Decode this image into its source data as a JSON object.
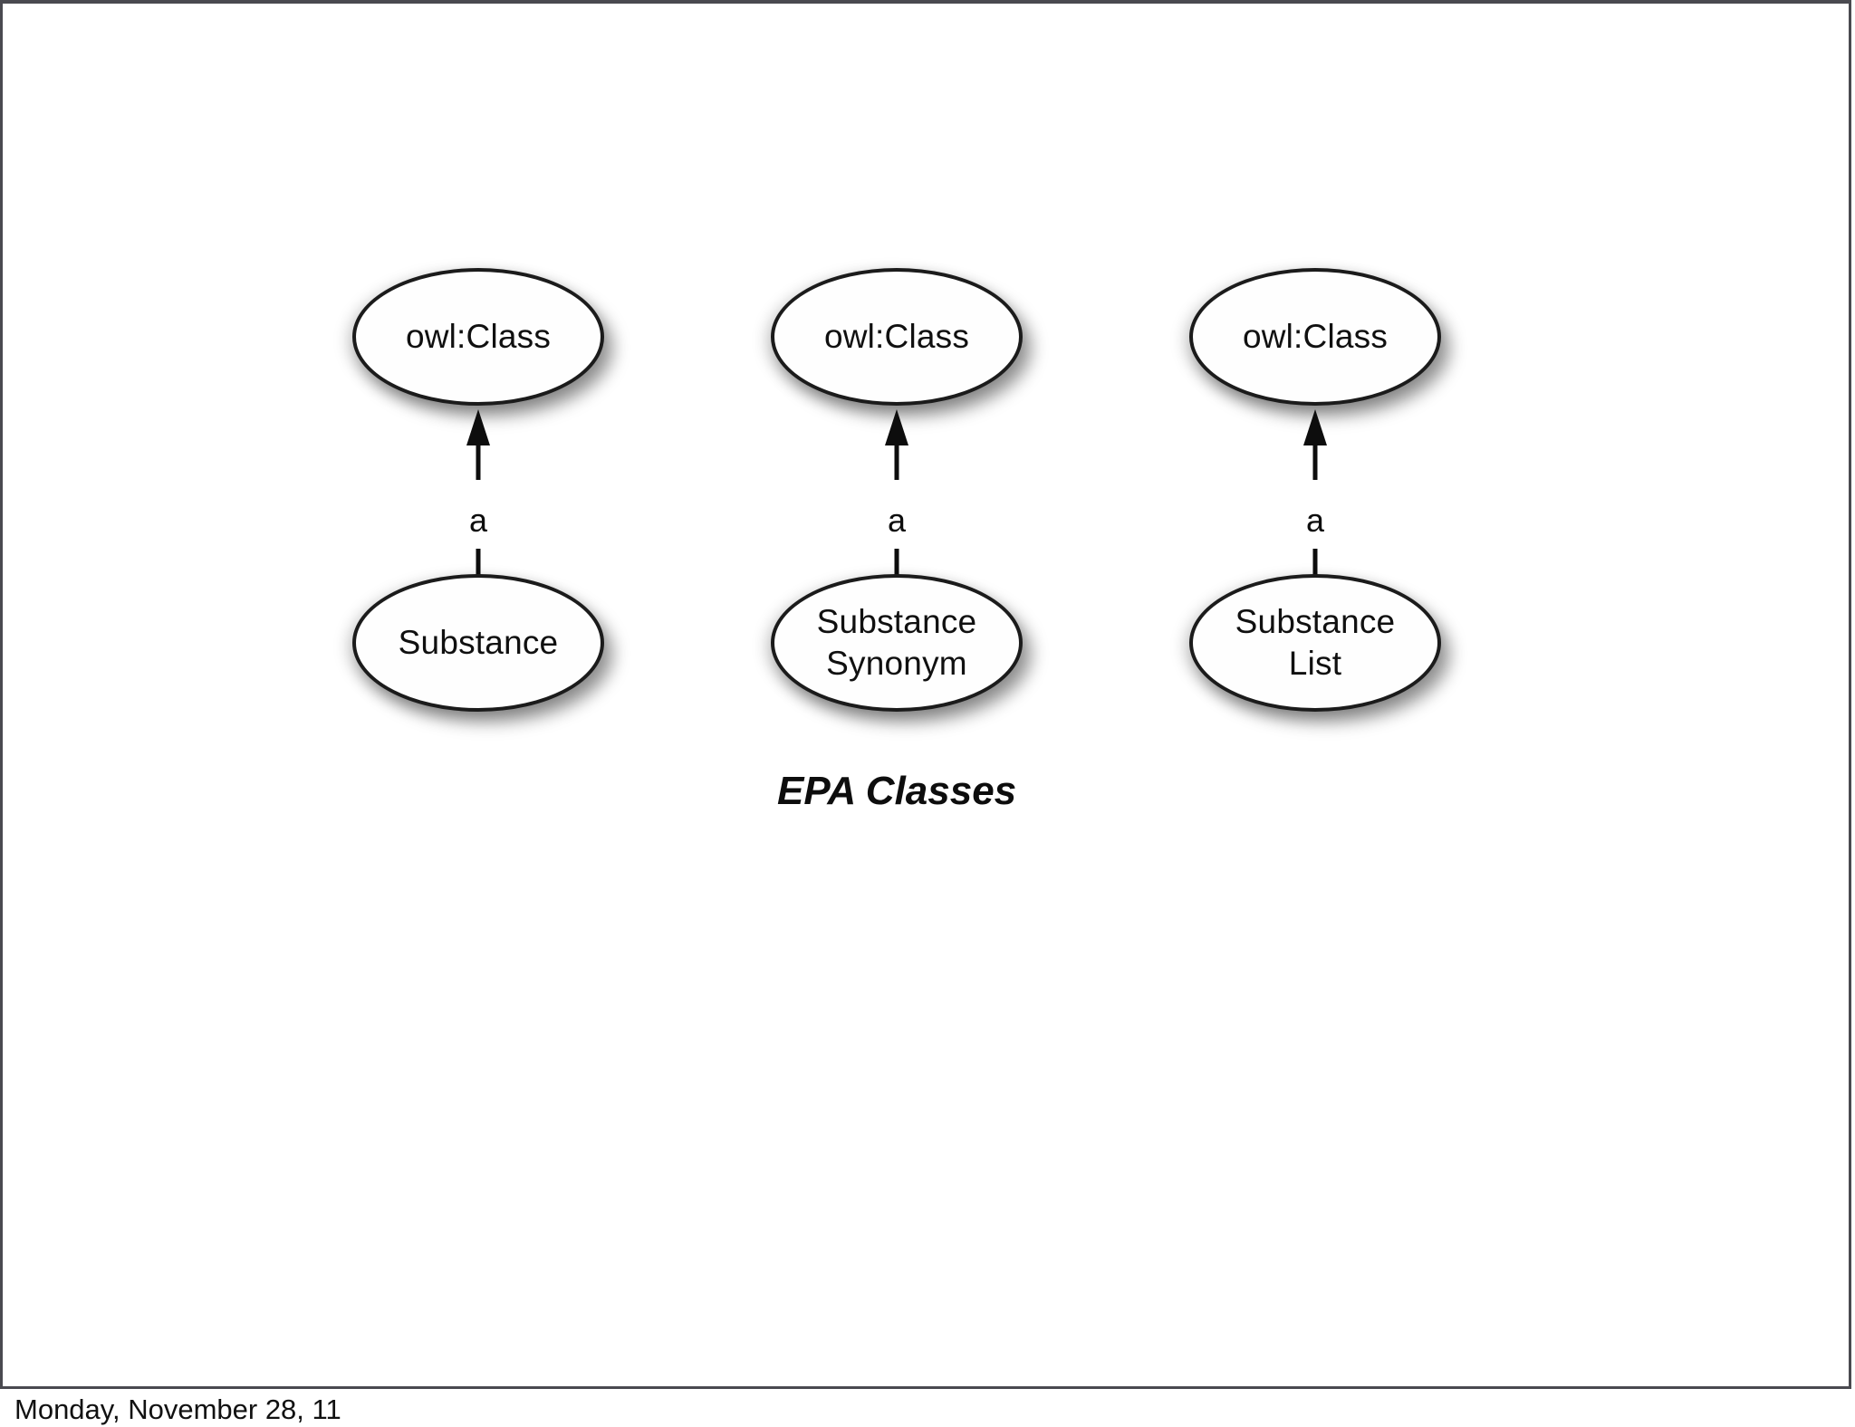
{
  "slide": {
    "caption": "EPA Classes",
    "footer_date": "Monday, November 28, 11",
    "colors": {
      "background": "#ffffff",
      "frame_border": "#4a4a50",
      "node_stroke": "#1b1b1b",
      "node_fill": "#fefefe",
      "text": "#101010",
      "edge": "#0d0d0d"
    }
  },
  "diagram": {
    "type": "rdf-class-diagram",
    "columns": [
      {
        "id": "substance",
        "type_node": {
          "label": "owl:Class"
        },
        "edge": {
          "label": "a",
          "direction": "up"
        },
        "instance_node": {
          "label": "Substance"
        }
      },
      {
        "id": "substance-synonym",
        "type_node": {
          "label": "owl:Class"
        },
        "edge": {
          "label": "a",
          "direction": "up"
        },
        "instance_node": {
          "label": "Substance\nSynonym"
        }
      },
      {
        "id": "substance-list",
        "type_node": {
          "label": "owl:Class"
        },
        "edge": {
          "label": "a",
          "direction": "up"
        },
        "instance_node": {
          "label": "Substance\nList"
        }
      }
    ]
  }
}
